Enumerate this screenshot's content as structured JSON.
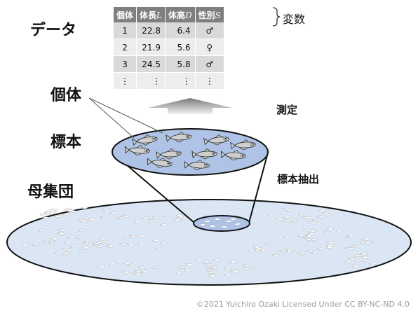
{
  "labels": {
    "data": "データ",
    "individual": "個体",
    "sample": "標本",
    "population": "母集団",
    "measure": "測定",
    "sampling": "標本抽出",
    "variables": "変数"
  },
  "table": {
    "headers": [
      {
        "text": "個体",
        "var": ""
      },
      {
        "text": "体長",
        "var": "L"
      },
      {
        "text": "体高",
        "var": "D"
      },
      {
        "text": "性別",
        "var": "S"
      }
    ],
    "rows": [
      [
        "1",
        "22.8",
        "6.4",
        "♂"
      ],
      [
        "2",
        "21.9",
        "5.6",
        "♀"
      ],
      [
        "3",
        "24.5",
        "5.8",
        "♂"
      ],
      [
        "⋮",
        "⋮",
        "⋮",
        "⋮"
      ]
    ]
  },
  "copyright": "©2021 Yuichiro Ozaki Licensed Under CC BY-NC-ND 4.0",
  "colors": {
    "population_fill": "#dbe6f5",
    "sample_fill": "#aec3e6",
    "outline": "#111111",
    "arrow_light": "#e6e6e6",
    "arrow_dark": "#808080",
    "header_bg": "#7f7f7f",
    "fish_body": "#c9c9c9"
  }
}
